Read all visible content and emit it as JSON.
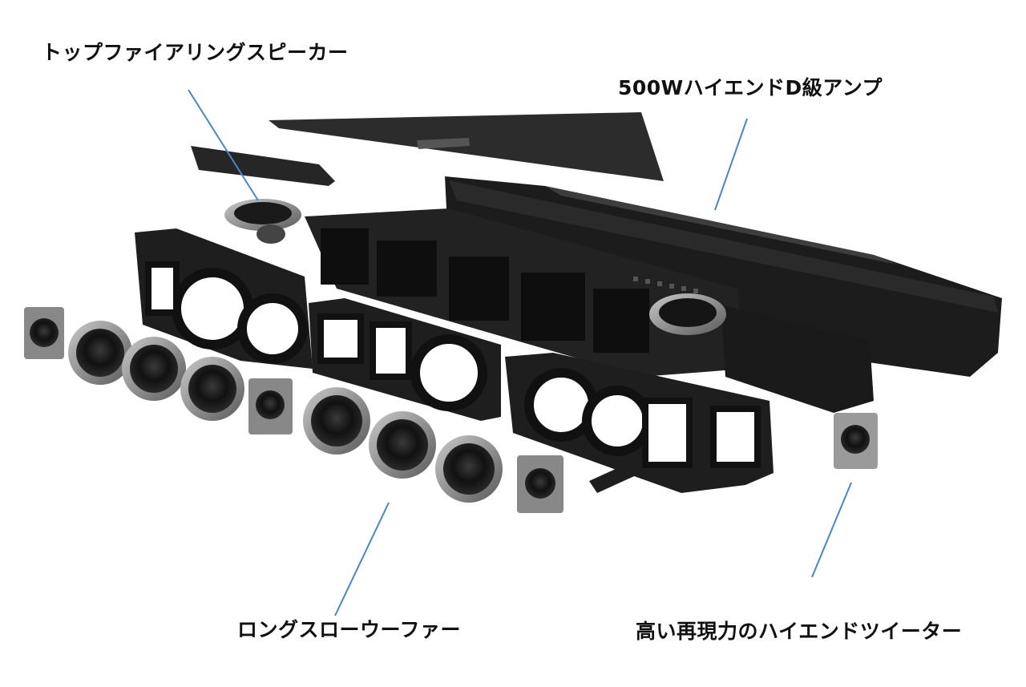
{
  "labels": {
    "top_firing": "トップファイアリングスピーカー",
    "amp": "500WハイエンドD級アンプ",
    "woofer": "ロングスローウーファー",
    "tweeter": "高い再現力のハイエンドツイーター"
  },
  "colors": {
    "leader": "#4a86c5",
    "text": "#111111",
    "panel": "#2b2b2b",
    "frame": "#1e1e1e",
    "driver_rim": "#8a8a8a",
    "driver_cone": "#151515"
  }
}
